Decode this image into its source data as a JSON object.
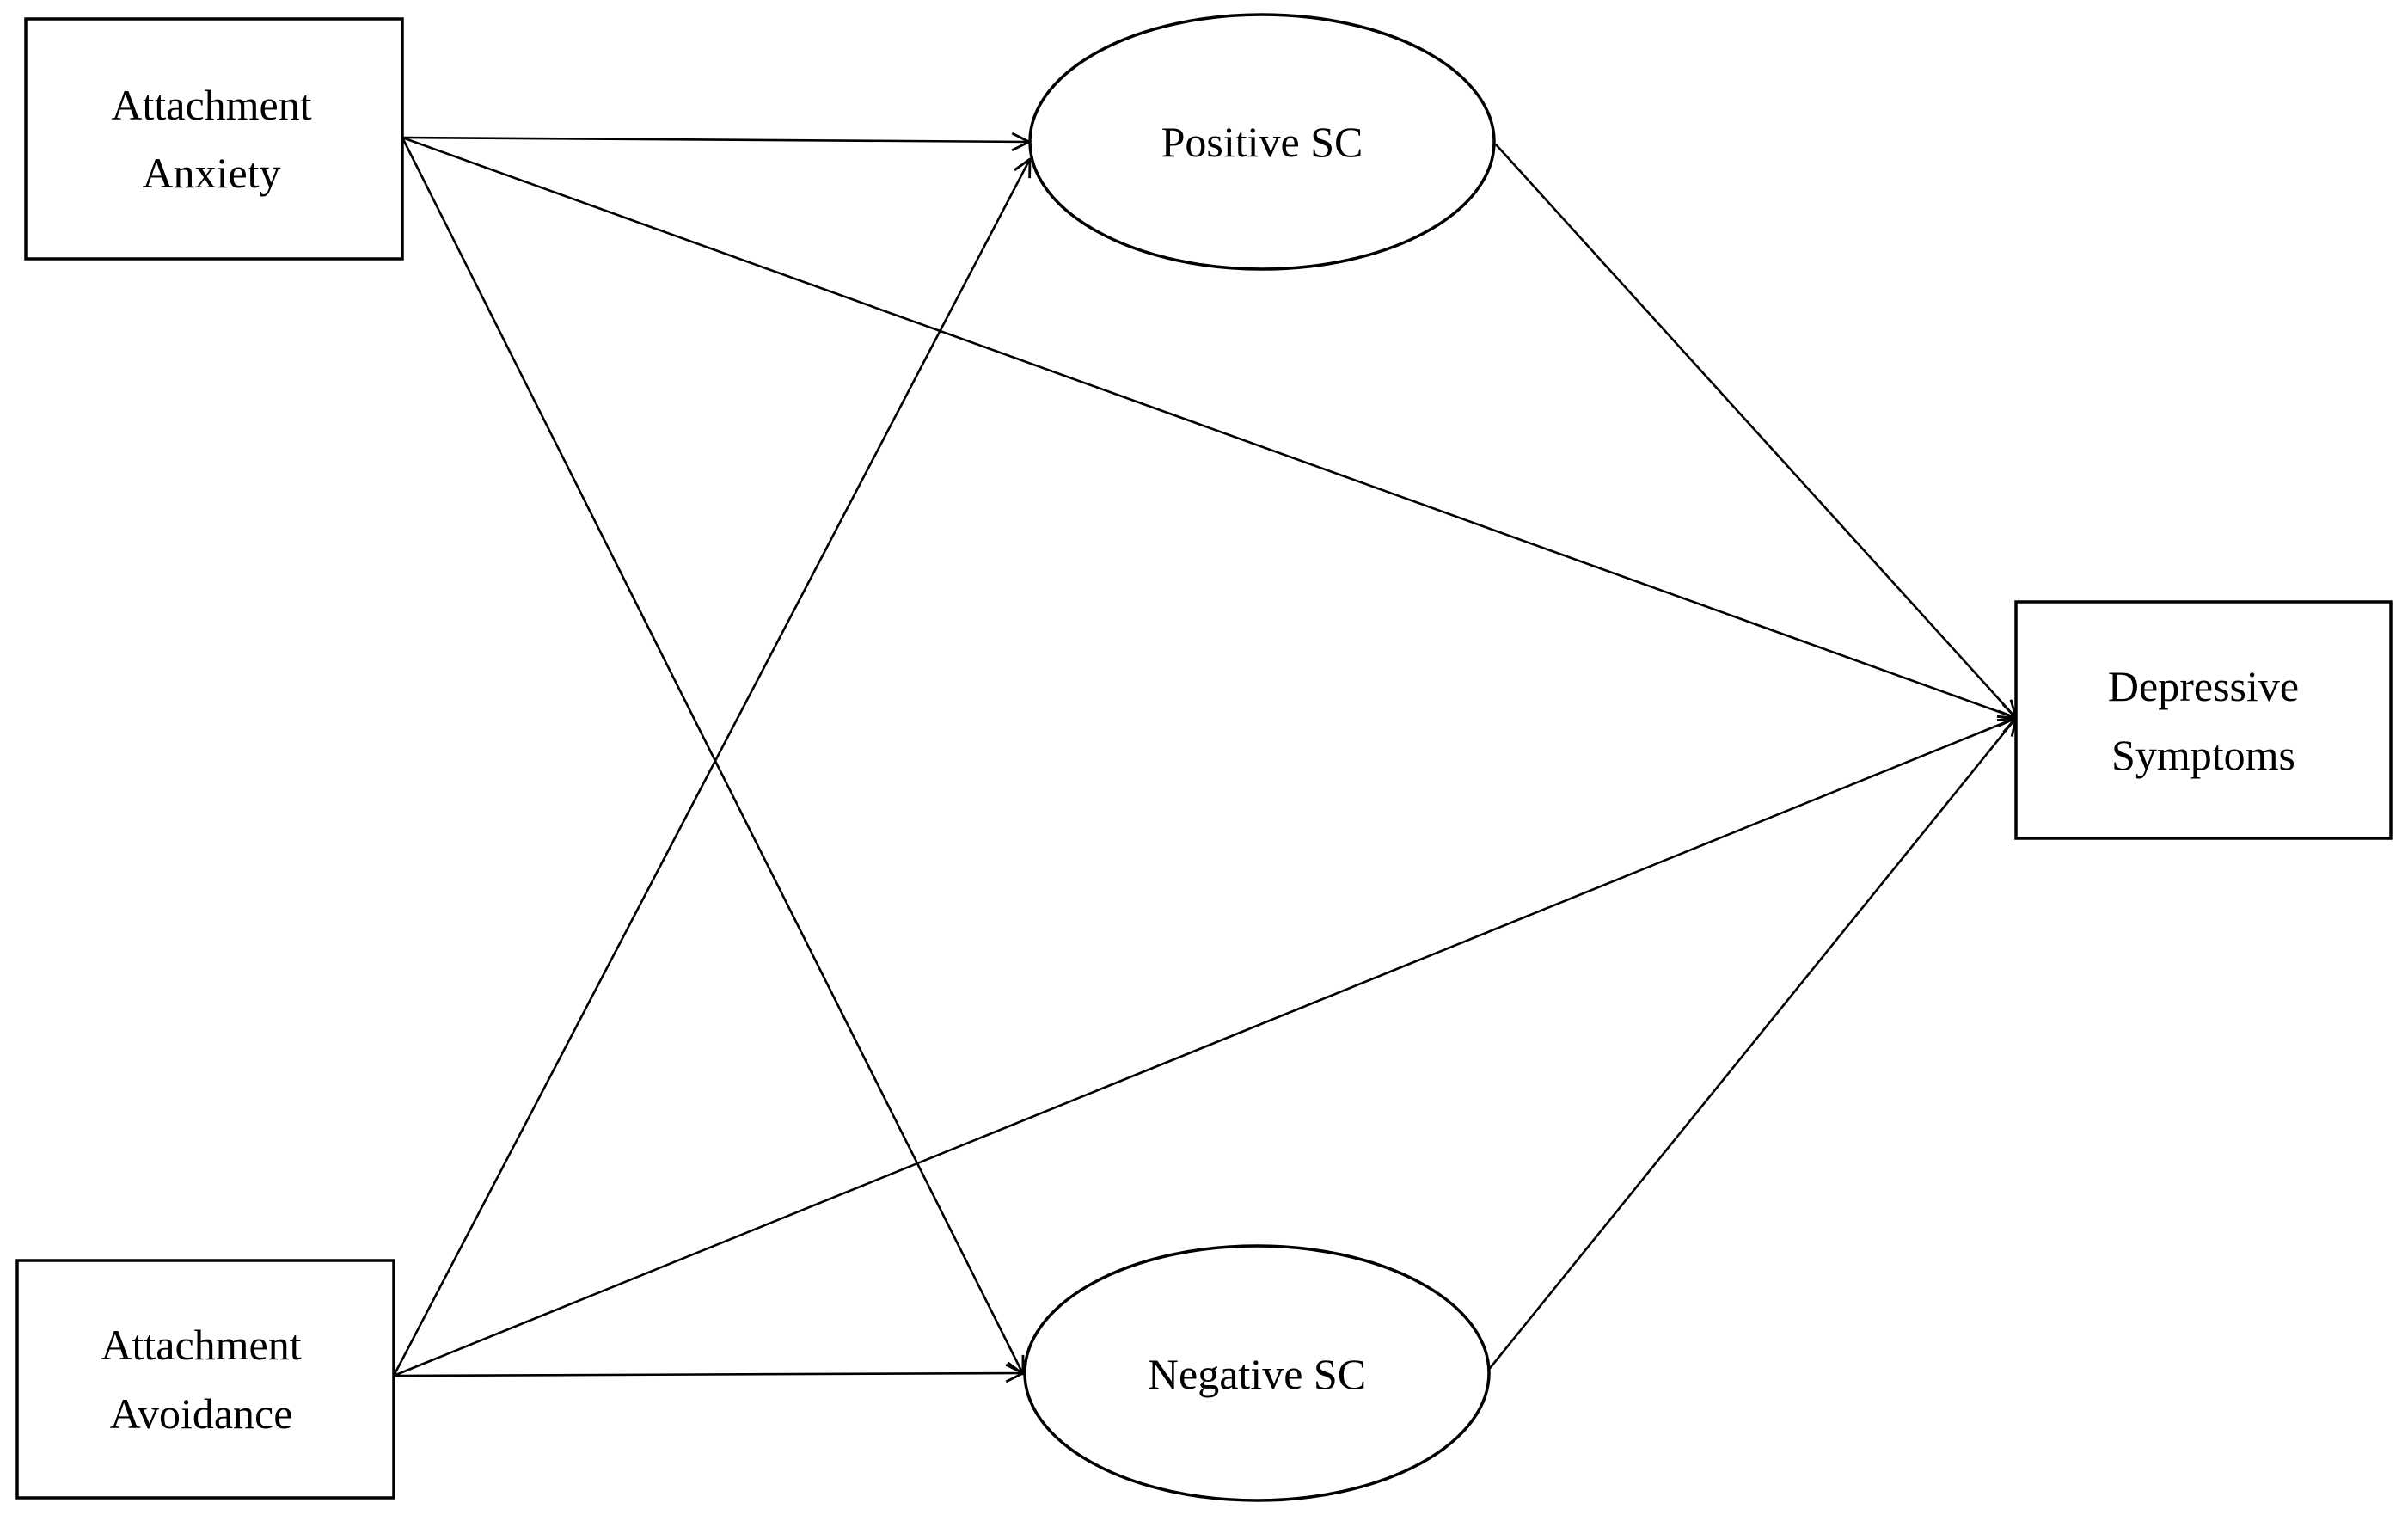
{
  "diagram": {
    "nodes": {
      "attachment_anxiety": {
        "line1": "Attachment",
        "line2": "Anxiety"
      },
      "attachment_avoidance": {
        "line1": "Attachment",
        "line2": "Avoidance"
      },
      "positive_sc": {
        "label": "Positive SC"
      },
      "negative_sc": {
        "label": "Negative SC"
      },
      "depressive_symptoms": {
        "line1": "Depressive",
        "line2": "Symptoms"
      }
    },
    "edges": [
      {
        "from": "Attachment Anxiety",
        "to": "Positive SC"
      },
      {
        "from": "Attachment Anxiety",
        "to": "Depressive Symptoms"
      },
      {
        "from": "Attachment Anxiety",
        "to": "Negative SC"
      },
      {
        "from": "Attachment Avoidance",
        "to": "Positive SC"
      },
      {
        "from": "Attachment Avoidance",
        "to": "Depressive Symptoms"
      },
      {
        "from": "Attachment Avoidance",
        "to": "Negative SC"
      },
      {
        "from": "Positive SC",
        "to": "Depressive Symptoms"
      },
      {
        "from": "Negative SC",
        "to": "Depressive Symptoms"
      }
    ],
    "colors": {
      "stroke": "#000000",
      "background": "#ffffff"
    }
  }
}
